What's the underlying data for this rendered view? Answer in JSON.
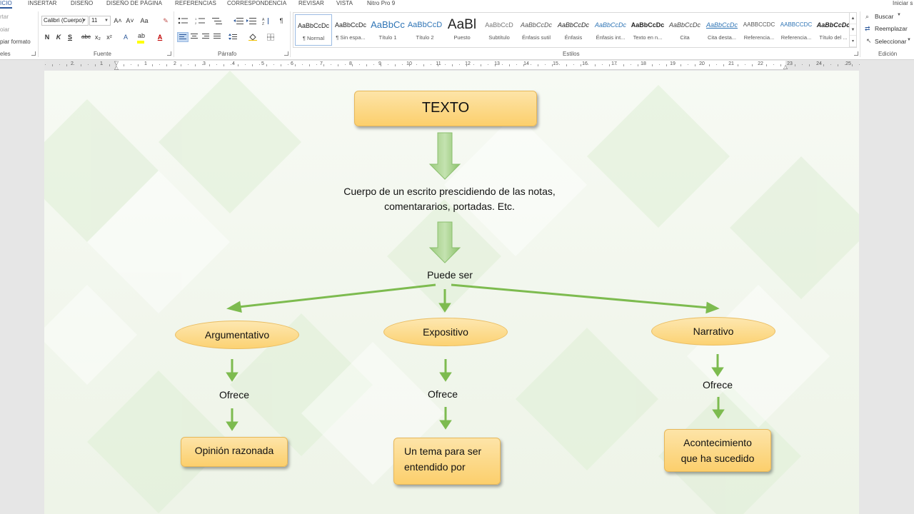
{
  "ribbon_tabs": [
    "ICIO",
    "INSERTAR",
    "DISEÑO",
    "DISEÑO DE PÁGINA",
    "REFERENCIAS",
    "CORRESPONDENCIA",
    "REVISAR",
    "VISTA",
    "Nitro Pro 9"
  ],
  "account_label": "Iniciar s",
  "clipboard": {
    "items": [
      "rtar",
      "oiar",
      "piar formato"
    ],
    "group_label": "eles"
  },
  "font": {
    "name_value": "Calibri (Cuerpo)",
    "size_value": "11",
    "grow_glyph": "A˄",
    "shrink_glyph": "A˅",
    "case_glyph": "Aa",
    "bold": "N",
    "italic": "K",
    "underline": "S",
    "strike": "abc",
    "subscript": "x₂",
    "superscript": "x²",
    "group_label": "Fuente"
  },
  "paragraph": {
    "pilcrow": "¶",
    "group_label": "Párrafo"
  },
  "styles": {
    "group_label": "Estilos",
    "tiles": [
      {
        "preview": "AaBbCcDc",
        "name": "¶ Normal"
      },
      {
        "preview": "AaBbCcDc",
        "name": "¶ Sin espa..."
      },
      {
        "preview": "AaBbCc",
        "name": "Título 1"
      },
      {
        "preview": "AaBbCcD",
        "name": "Título 2"
      },
      {
        "preview": "AaBl",
        "name": "Puesto"
      },
      {
        "preview": "AaBbCcD",
        "name": "Subtítulo"
      },
      {
        "preview": "AaBbCcDc",
        "name": "Énfasis sutil"
      },
      {
        "preview": "AaBbCcDc",
        "name": "Énfasis"
      },
      {
        "preview": "AaBbCcDc",
        "name": "Énfasis int..."
      },
      {
        "preview": "AaBbCcDc",
        "name": "Texto en n..."
      },
      {
        "preview": "AaBbCcDc",
        "name": "Cita"
      },
      {
        "preview": "AaBbCcDc",
        "name": "Cita desta..."
      },
      {
        "preview": "AABBCCDC",
        "name": "Referencia..."
      },
      {
        "preview": "AABBCCDC",
        "name": "Referencia..."
      },
      {
        "preview": "AaBbCcDc",
        "name": "Título del ..."
      }
    ]
  },
  "editing": {
    "find": "Buscar",
    "replace": "Reemplazar",
    "select": "Seleccionar",
    "group_label": "Edición"
  },
  "ruler_numbers": [
    "2",
    "1",
    "1",
    "2",
    "3",
    "4",
    "5",
    "6",
    "7",
    "8",
    "9",
    "10",
    "11",
    "12",
    "13",
    "14",
    "15",
    "16",
    "17",
    "18",
    "19",
    "20",
    "21",
    "22",
    "23",
    "24",
    "25"
  ],
  "diagram": {
    "title": "TEXTO",
    "definition_line1": "Cuerpo de un escrito prescidiendo de las notas,",
    "definition_line2": "comentararios, portadas. Etc.",
    "connector": "Puede ser",
    "types": [
      {
        "label": "Argumentativo",
        "verb": "Ofrece",
        "result_line1": "Opinión razonada",
        "result_line2": ""
      },
      {
        "label": "Expositivo",
        "verb": "Ofrece",
        "result_line1": "Un tema para ser",
        "result_line2": "entendido por"
      },
      {
        "label": "Narrativo",
        "verb": "Ofrece",
        "result_line1": "Acontecimiento",
        "result_line2": "que ha sucedido"
      }
    ]
  },
  "colors": {
    "arrow_green": "#7dbb4f",
    "box_fill": "#fcd273",
    "accent_blue": "#2b579a"
  }
}
